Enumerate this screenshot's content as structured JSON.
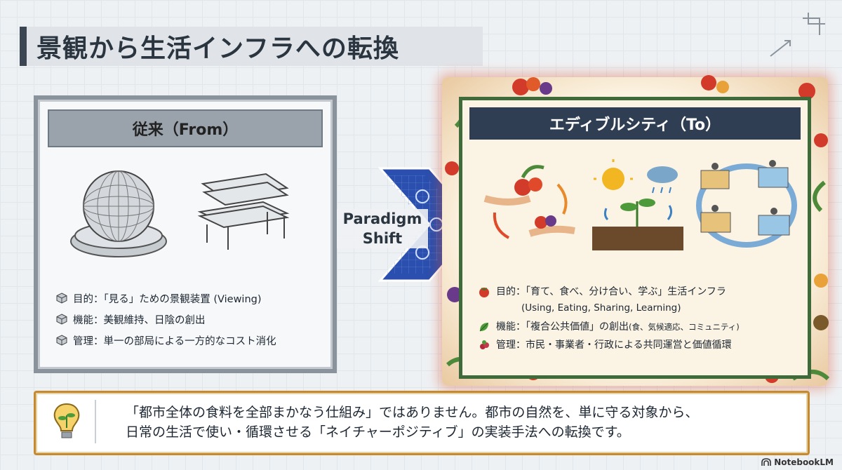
{
  "title": "景観から生活インフラへの転換",
  "from": {
    "heading": "従来（From）",
    "items": [
      {
        "icon": "cube-icon",
        "text": "目的：「見る」ための景観装置 (Viewing)"
      },
      {
        "icon": "cube-icon",
        "text": "機能：美観維持、日陰の創出"
      },
      {
        "icon": "cube-icon",
        "text": "管理：単一の部局による一方的なコスト消化"
      }
    ]
  },
  "arrow": {
    "line1": "Paradigm",
    "line2": "Shift"
  },
  "to": {
    "heading": "エディブルシティ（To）",
    "purpose": "目的：「育て、食べ、分け合い、学ぶ」生活インフラ",
    "purpose_sub": "(Using, Eating, Sharing, Learning)",
    "function_main": "機能：「複合公共価値」の創出",
    "function_small": "(食、気候適応、コミュニティ)",
    "management": "管理：市民・事業者・行政による共同運営と価値循環"
  },
  "note": {
    "line1": "「都市全体の食料を全部まかなう仕組み」ではありません。都市の自然を、単に守る対象から、",
    "line2": "日常の生活で使い・循環させる「ネイチャーポジティブ」の実装手法への転換です。"
  },
  "brand": "NotebookLM",
  "colors": {
    "accent_green": "#3f6b3a",
    "accent_navy": "#2f3e52",
    "accent_orange": "#c58a30",
    "from_gray": "#8a939c"
  }
}
